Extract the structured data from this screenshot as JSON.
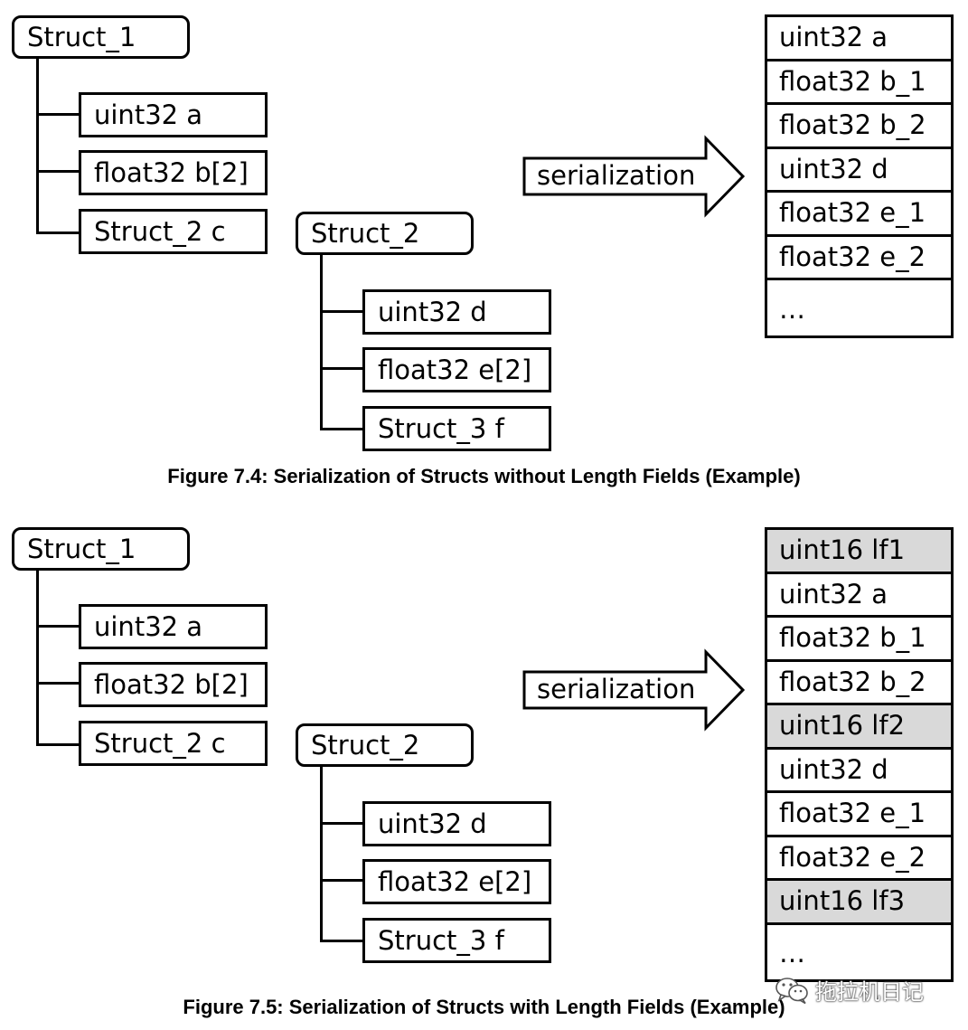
{
  "figures": [
    {
      "caption": "Figure 7.4: Serialization of Structs without Length Fields (Example)",
      "struct1": {
        "name": "Struct_1",
        "members": [
          "uint32 a",
          "float32 b[2]",
          "Struct_2 c"
        ]
      },
      "struct2": {
        "name": "Struct_2",
        "members": [
          "uint32 d",
          "float32 e[2]",
          "Struct_3 f"
        ]
      },
      "arrow_label": "serialization",
      "serialized": [
        {
          "label": "uint32 a",
          "length_field": false
        },
        {
          "label": "float32 b_1",
          "length_field": false
        },
        {
          "label": "float32 b_2",
          "length_field": false
        },
        {
          "label": "uint32 d",
          "length_field": false
        },
        {
          "label": "float32 e_1",
          "length_field": false
        },
        {
          "label": "float32 e_2",
          "length_field": false
        },
        {
          "label": "…",
          "length_field": false
        }
      ]
    },
    {
      "caption": "Figure 7.5: Serialization of Structs with Length Fields (Example)",
      "struct1": {
        "name": "Struct_1",
        "members": [
          "uint32 a",
          "float32 b[2]",
          "Struct_2 c"
        ]
      },
      "struct2": {
        "name": "Struct_2",
        "members": [
          "uint32 d",
          "float32 e[2]",
          "Struct_3 f"
        ]
      },
      "arrow_label": "serialization",
      "serialized": [
        {
          "label": "uint16 lf1",
          "length_field": true
        },
        {
          "label": "uint32 a",
          "length_field": false
        },
        {
          "label": "float32 b_1",
          "length_field": false
        },
        {
          "label": "float32 b_2",
          "length_field": false
        },
        {
          "label": "uint16 lf2",
          "length_field": true
        },
        {
          "label": "uint32 d",
          "length_field": false
        },
        {
          "label": "float32 e_1",
          "length_field": false
        },
        {
          "label": "float32 e_2",
          "length_field": false
        },
        {
          "label": "uint16 lf3",
          "length_field": true
        },
        {
          "label": "…",
          "length_field": false
        }
      ]
    }
  ],
  "colors": {
    "length_field_fill": "#d9d9d9",
    "stroke": "#000000"
  },
  "watermark": {
    "icon": "wechat-icon",
    "text": "拖拉机日记"
  }
}
